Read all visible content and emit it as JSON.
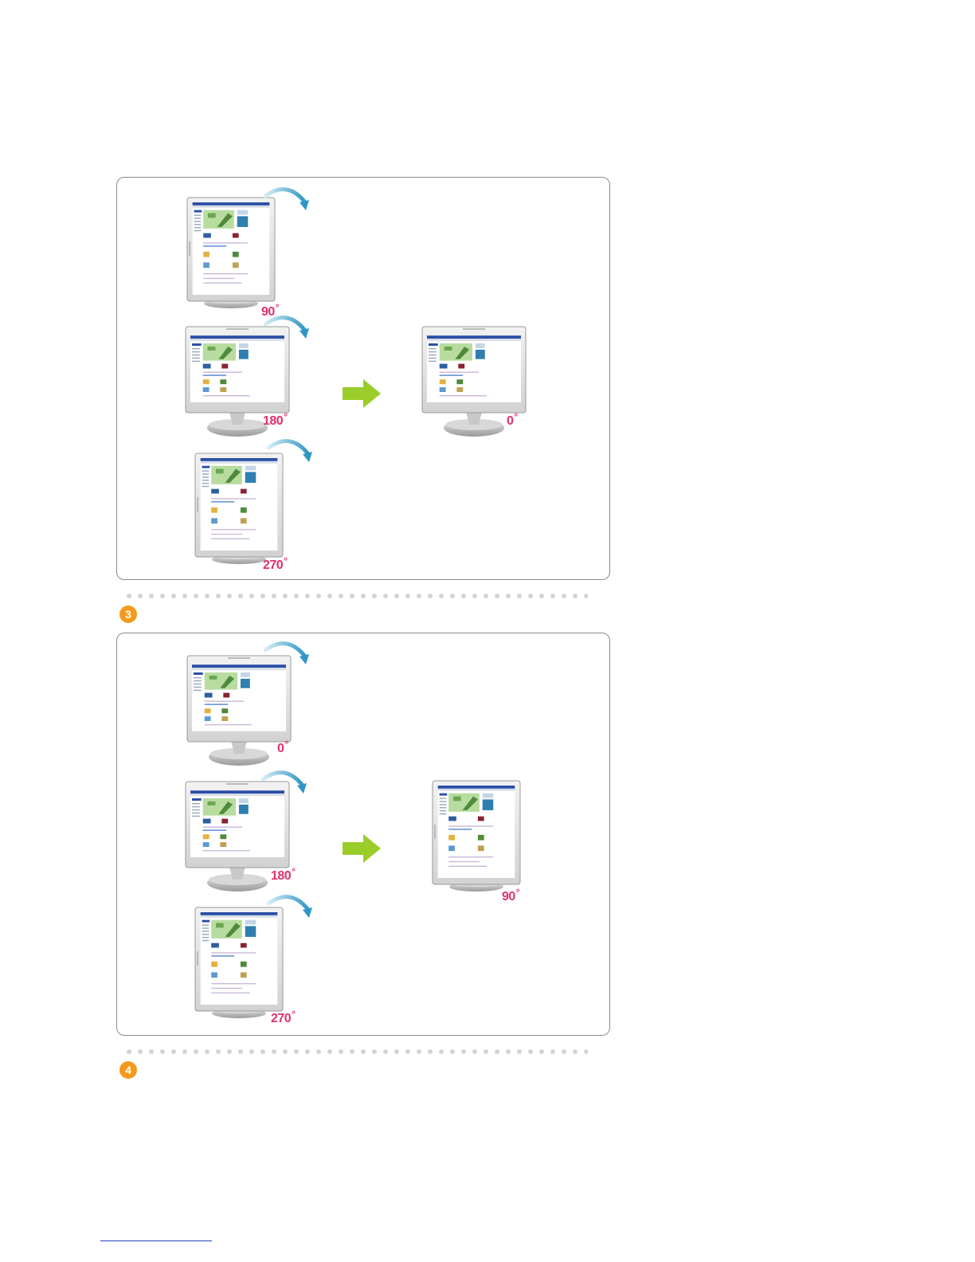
{
  "steps": [
    {
      "badge": "3"
    },
    {
      "badge": "4"
    }
  ],
  "panel1": {
    "monitors": [
      {
        "label": "90",
        "deg": "°"
      },
      {
        "label": "180",
        "deg": "°"
      },
      {
        "label": "270",
        "deg": "°"
      },
      {
        "label": "0",
        "deg": "°"
      }
    ]
  },
  "panel2": {
    "monitors": [
      {
        "label": "0",
        "deg": "°"
      },
      {
        "label": "180",
        "deg": "°"
      },
      {
        "label": "270",
        "deg": "°"
      },
      {
        "label": "90",
        "deg": "°"
      }
    ]
  },
  "colors": {
    "angle_label": "#e0306e",
    "arrow_green": "#9acd2a",
    "rotate_arrow": "#3aa0c8",
    "badge": "#f39a1e"
  }
}
